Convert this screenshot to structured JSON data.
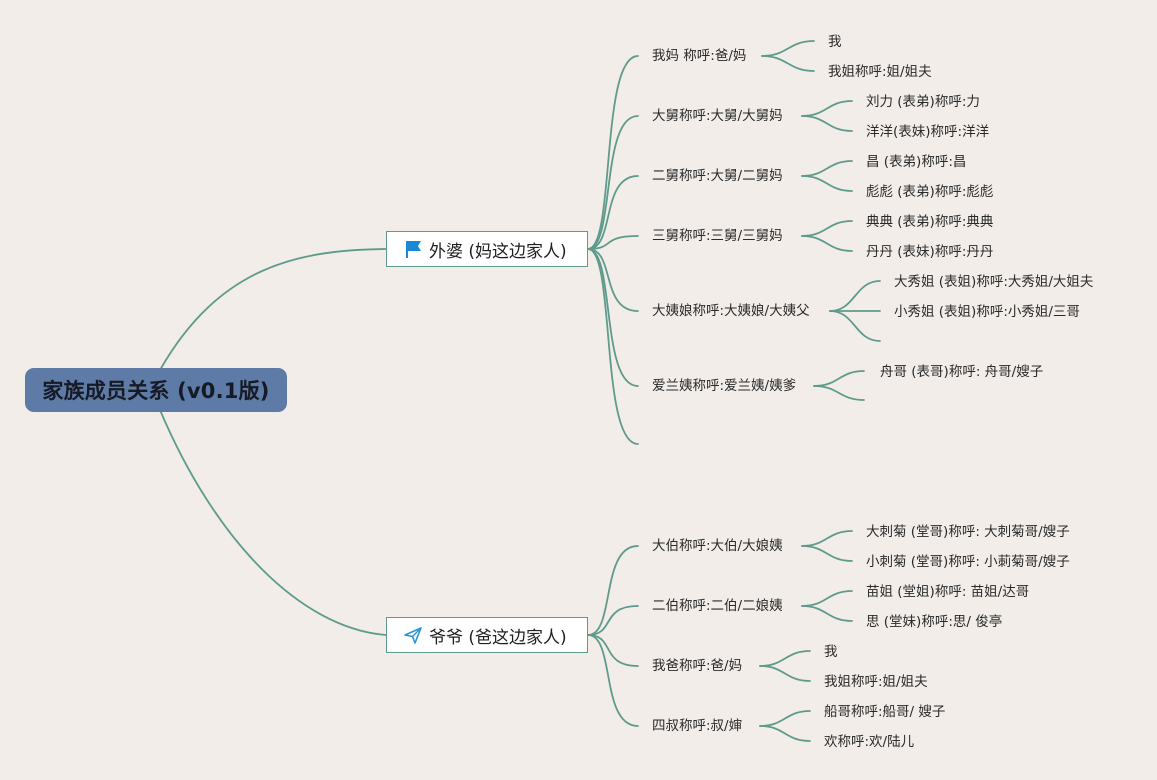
{
  "diagram": {
    "root": {
      "label": "家族成员关系 (v0.1版)"
    },
    "colors": {
      "background": "#f2ede9",
      "root_fill": "#5e7aa6",
      "line": "#5f9b8c",
      "flag_icon": "#1a88d6",
      "plane_icon": "#2a95d6"
    },
    "branches": [
      {
        "label": "外婆 (妈这边家人)",
        "icon": "flag-icon",
        "children": [
          {
            "label": "我妈 称呼:爸/妈",
            "children": [
              "我",
              "我姐称呼:姐/姐夫"
            ]
          },
          {
            "label": "大舅称呼:大舅/大舅妈",
            "children": [
              "刘力 (表弟)称呼:力",
              "洋洋(表妹)称呼:洋洋"
            ]
          },
          {
            "label": "二舅称呼:大舅/二舅妈",
            "children": [
              "昌 (表弟)称呼:昌",
              "彪彪 (表弟)称呼:彪彪"
            ]
          },
          {
            "label": "三舅称呼:三舅/三舅妈",
            "children": [
              "典典 (表弟)称呼:典典",
              "丹丹 (表妹)称呼:丹丹"
            ]
          },
          {
            "label": "大姨娘称呼:大姨娘/大姨父",
            "children": [
              "大秀姐 (表姐)称呼:大秀姐/大姐夫",
              "小秀姐 (表姐)称呼:小秀姐/三哥",
              ""
            ]
          },
          {
            "label": "爱兰姨称呼:爱兰姨/姨爹",
            "children": [
              "舟哥 (表哥)称呼: 舟哥/嫂子",
              ""
            ]
          },
          {
            "label": "",
            "children": []
          }
        ]
      },
      {
        "label": "爷爷 (爸这边家人)",
        "icon": "paper-plane-icon",
        "children": [
          {
            "label": "大伯称呼:大伯/大娘姨",
            "children": [
              "大刺菊 (堂哥)称呼: 大刺菊哥/嫂子",
              "小刺菊 (堂哥)称呼: 小莿菊哥/嫂子"
            ]
          },
          {
            "label": "二伯称呼:二伯/二娘姨",
            "children": [
              "苗姐 (堂姐)称呼: 苗姐/达哥",
              "思 (堂妹)称呼:思/ 俊亭"
            ]
          },
          {
            "label": "我爸称呼:爸/妈",
            "children": [
              "我",
              "我姐称呼:姐/姐夫"
            ]
          },
          {
            "label": "四叔称呼:叔/婶",
            "children": [
              "船哥称呼:船哥/ 嫂子",
              "欢称呼:欢/陆儿"
            ]
          }
        ]
      }
    ]
  }
}
